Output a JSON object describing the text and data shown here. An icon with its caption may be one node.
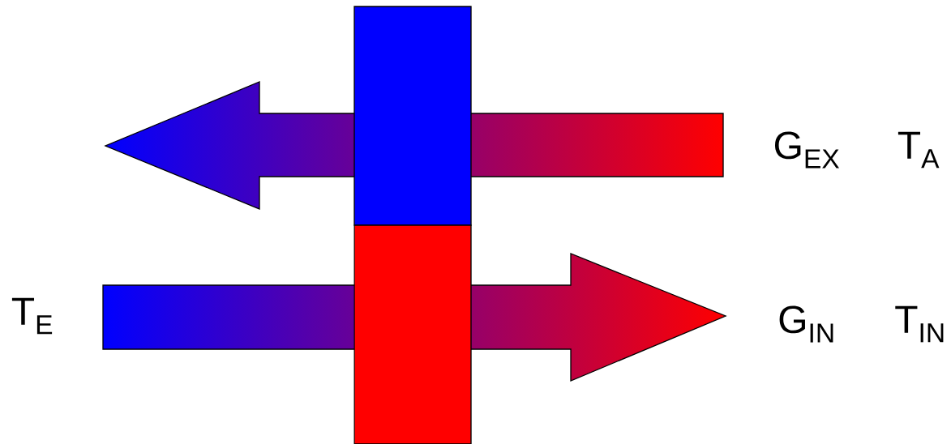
{
  "diagram": {
    "nodes": [
      {
        "text": [],
        "shape": "box"
      },
      {
        "text": [],
        "shape": "box"
      }
    ],
    "labels": [
      "G$_{EX}$",
      "T$_{A}$",
      "T$_{E}$",
      "G$_{IN}$",
      "T$_{IN}$"
    ]
  }
}
